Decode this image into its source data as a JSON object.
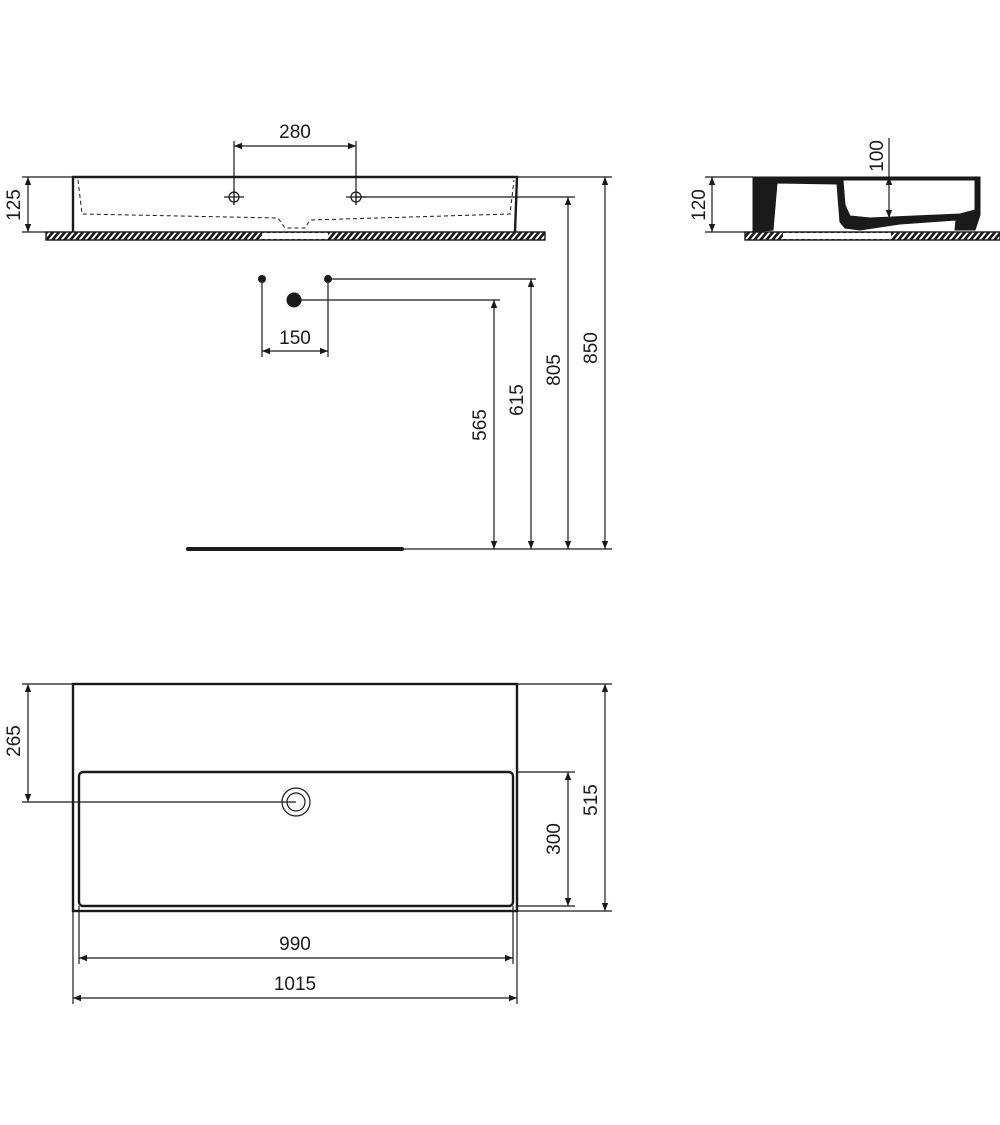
{
  "drawing": {
    "front_view": {
      "tap_hole_spacing": "280",
      "basin_height": "125",
      "supply_spacing": "150",
      "waste_height": "565",
      "supply_height": "615",
      "tap_height": "805",
      "top_height": "850"
    },
    "side_view": {
      "height": "120",
      "bowl_depth": "100"
    },
    "top_view": {
      "waste_from_back": "265",
      "depth": "515",
      "bowl_depth": "300",
      "bowl_width": "990",
      "width": "1015"
    },
    "colors": {
      "line": "#1a1a1a",
      "hatch": "#1a1a1a",
      "background": "#ffffff"
    }
  }
}
